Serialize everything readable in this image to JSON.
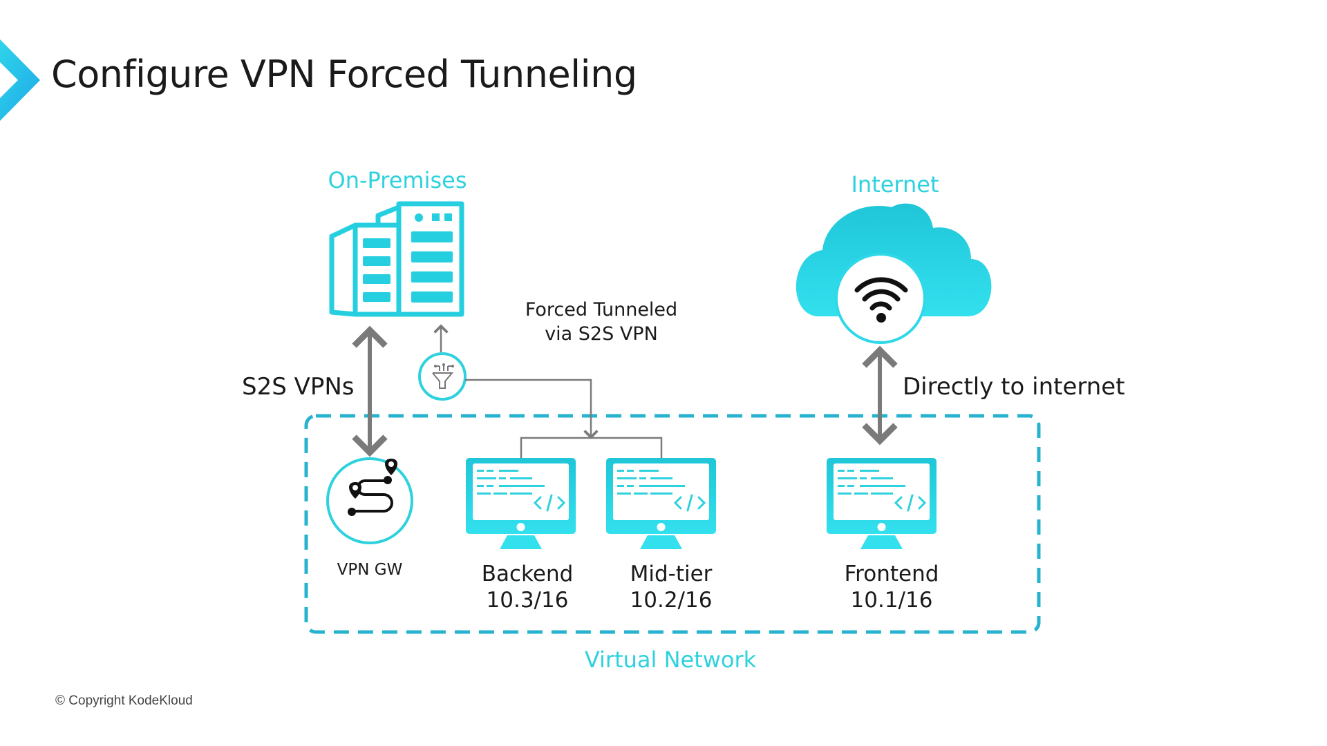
{
  "slide": {
    "title": "Configure VPN Forced Tunneling",
    "copyright": "© Copyright KodeKloud"
  },
  "colors": {
    "accent_cyan": "#2ed1de",
    "dashed_border": "#1fa3c4",
    "arrow_gray": "#7a7a7a",
    "text_dark": "#1a1a1a"
  },
  "diagram": {
    "on_premises": {
      "label": "On-Premises",
      "icon": "datacenter-building-icon"
    },
    "internet": {
      "label": "Internet",
      "icon": "cloud-wifi-icon"
    },
    "virtual_network": {
      "label": "Virtual Network"
    },
    "vpn_gateway": {
      "label": "VPN GW",
      "icon": "route-pin-icon"
    },
    "filter": {
      "icon": "funnel-filter-icon"
    },
    "annotations": {
      "s2s": "S2S VPNs",
      "forced_line1": "Forced Tunneled",
      "forced_line2": "via S2S VPN",
      "direct": "Directly to internet"
    },
    "subnets": [
      {
        "name": "Backend",
        "cidr": "10.3/16",
        "icon": "monitor-code-icon"
      },
      {
        "name": "Mid-tier",
        "cidr": "10.2/16",
        "icon": "monitor-code-icon"
      },
      {
        "name": "Frontend",
        "cidr": "10.1/16",
        "icon": "monitor-code-icon"
      }
    ]
  }
}
